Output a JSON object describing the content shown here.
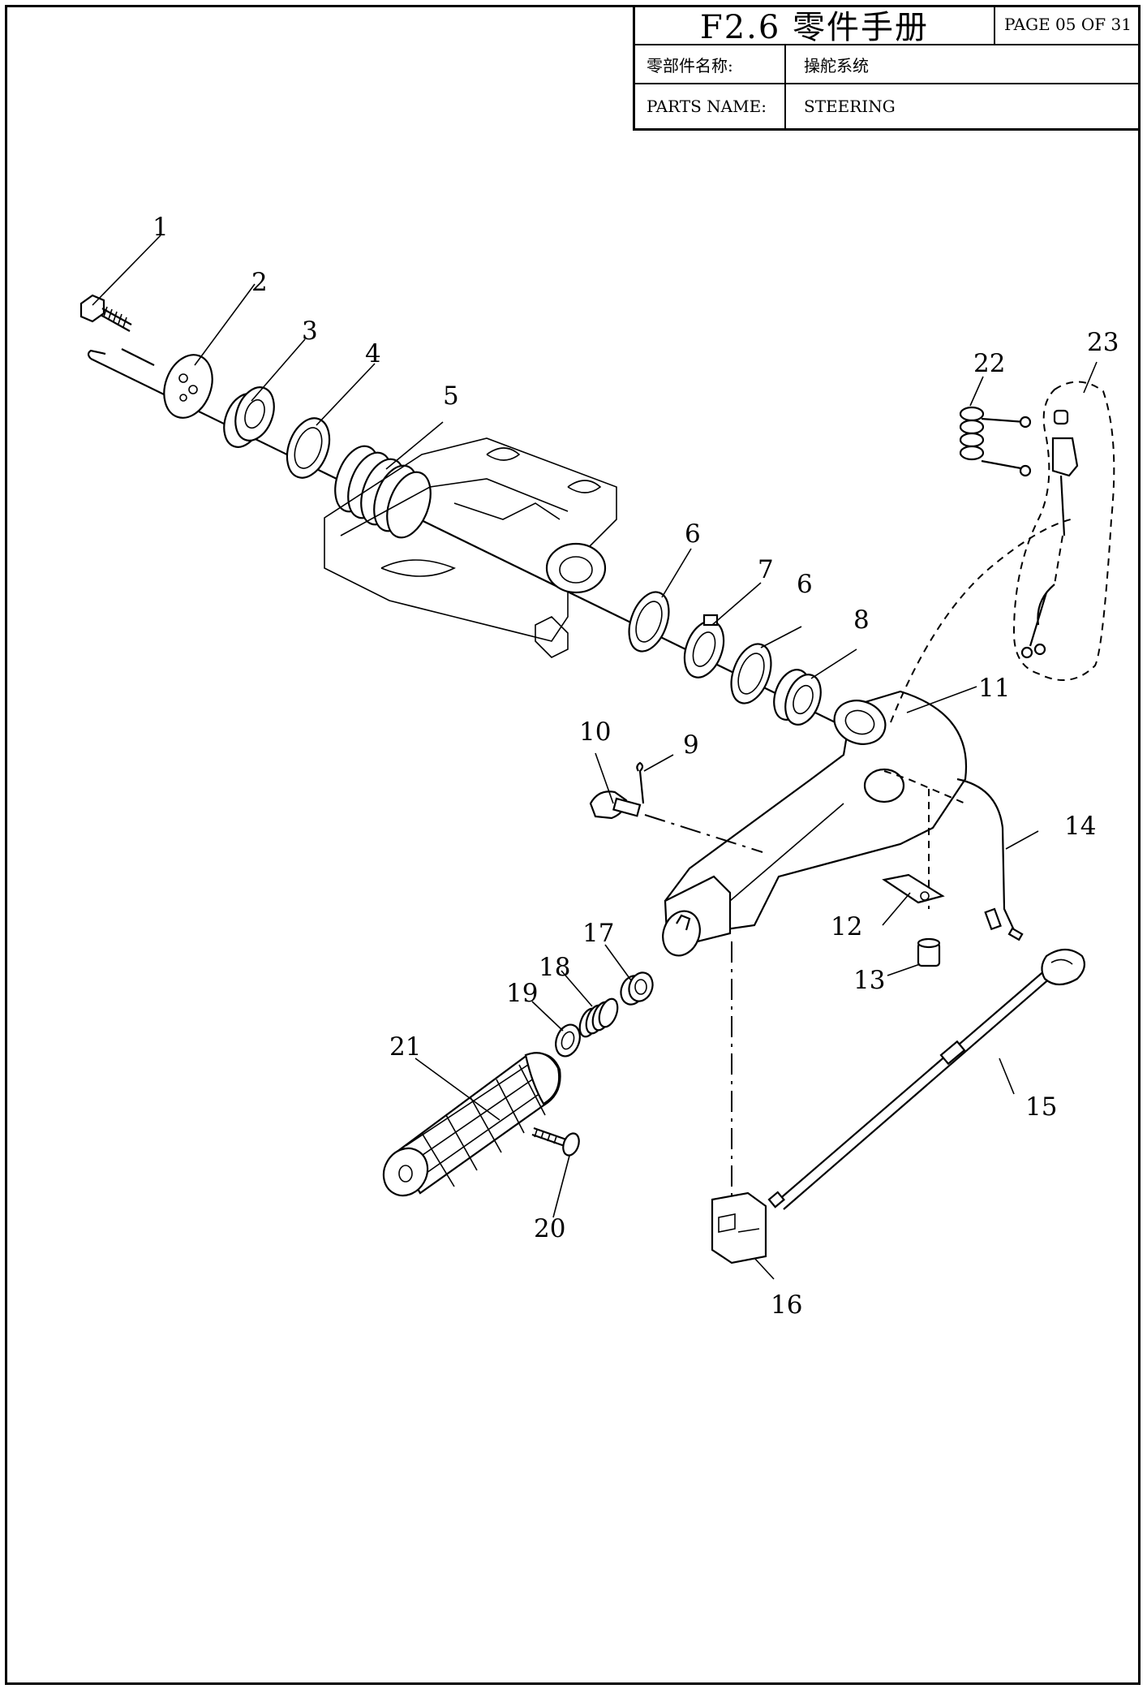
{
  "title_block": {
    "title": "F2.6 零件手册",
    "page": "PAGE 05 OF 31",
    "cn_label": "零部件名称:",
    "cn_value": "操舵系统",
    "en_label": "PARTS NAME:",
    "en_value": "STEERING"
  },
  "callouts": {
    "c1": "1",
    "c2": "2",
    "c3": "3",
    "c4": "4",
    "c5": "5",
    "c6a": "6",
    "c6b": "6",
    "c7": "7",
    "c8": "8",
    "c9": "9",
    "c10": "10",
    "c11": "11",
    "c12": "12",
    "c13": "13",
    "c14": "14",
    "c15": "15",
    "c16": "16",
    "c17": "17",
    "c18": "18",
    "c19": "19",
    "c20": "20",
    "c21": "21",
    "c22": "22",
    "c23": "23"
  }
}
